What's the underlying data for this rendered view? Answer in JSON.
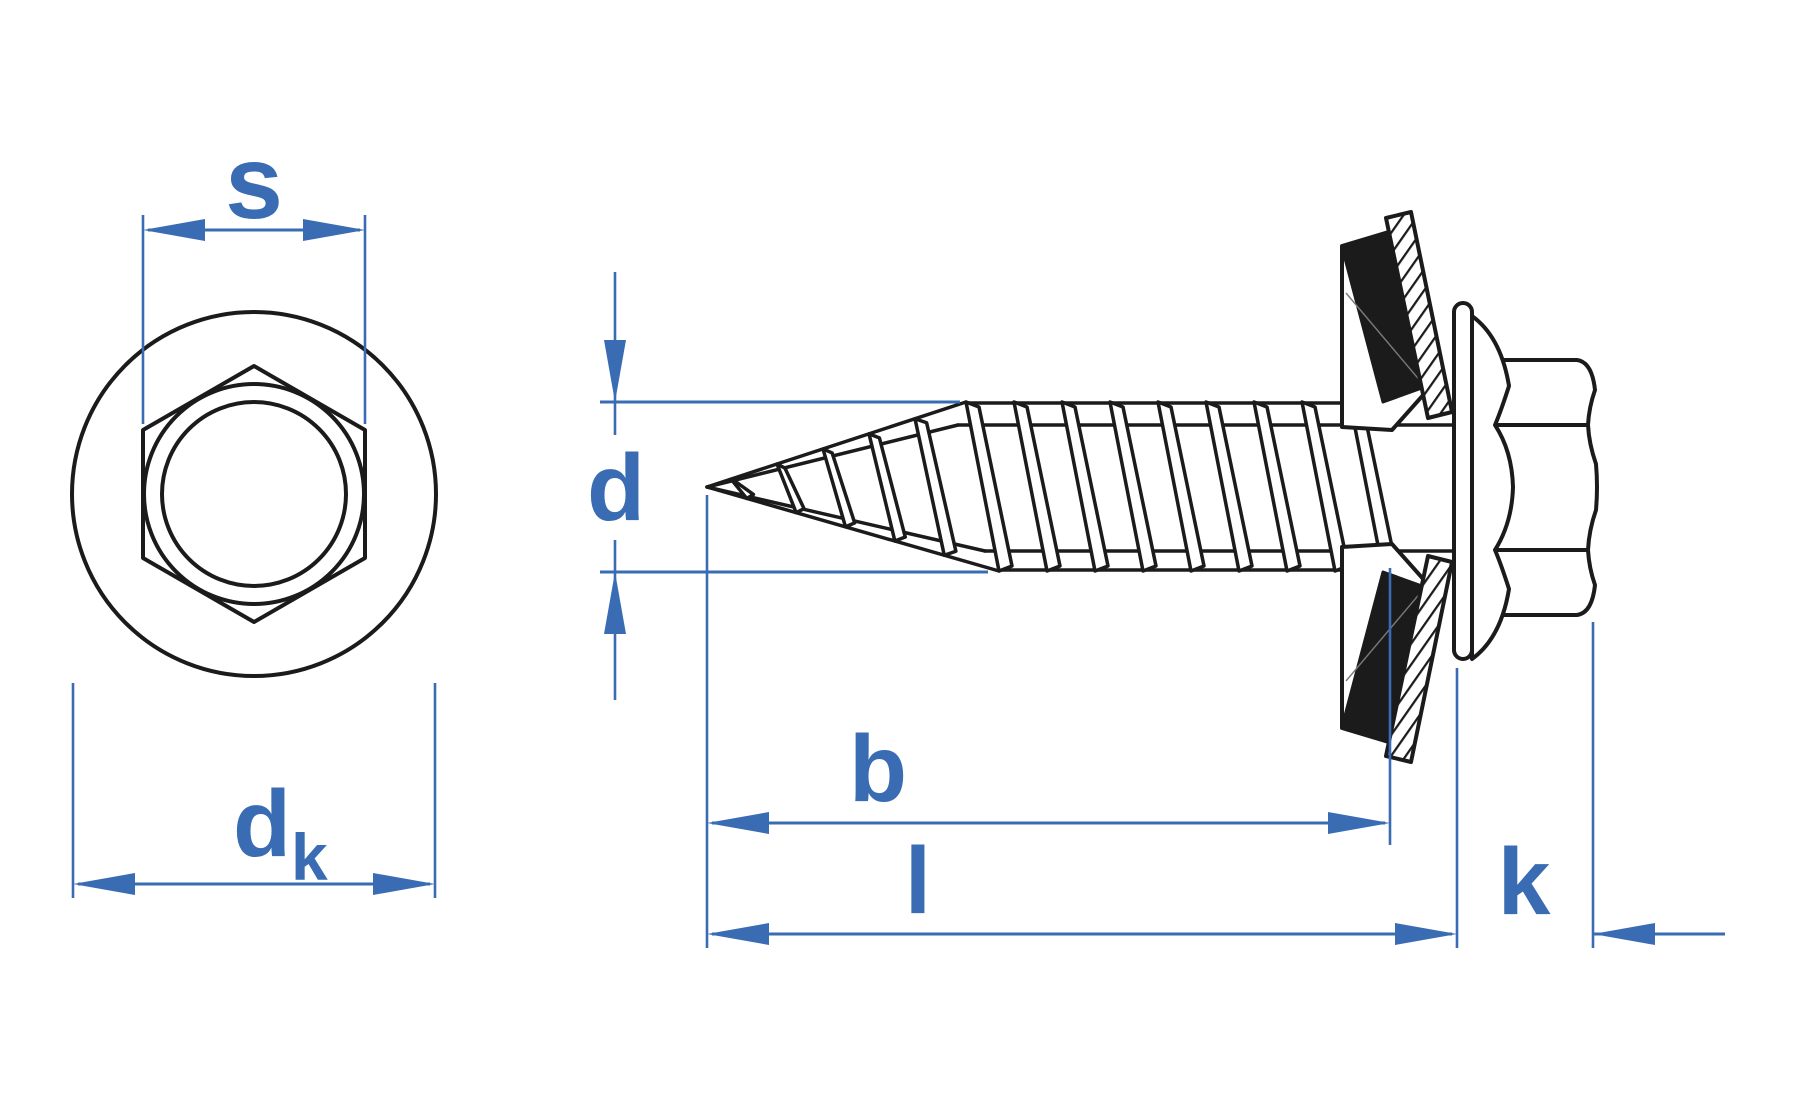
{
  "diagram": {
    "kind": "technical-dimension-drawing",
    "subject": "hex-head self-tapping screw with bonded sealing washer, front and side views",
    "labels": {
      "s": "s",
      "dk_base": "d",
      "dk_sub": "k",
      "d": "d",
      "b": "b",
      "l": "l",
      "k": "k"
    },
    "colors": {
      "dimension_blue": "#3A6CB4",
      "outline_black": "#1B1B1B",
      "seal_black": "#161616",
      "background": "#FFFFFF"
    }
  }
}
